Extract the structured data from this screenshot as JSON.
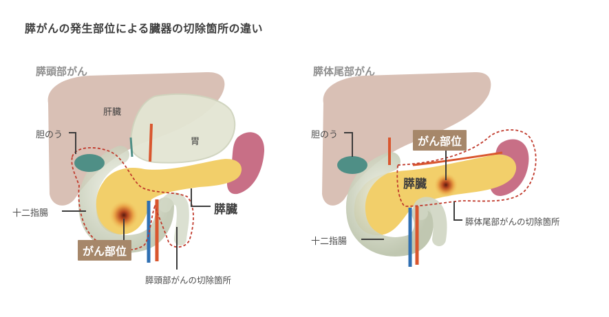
{
  "title": "膵がんの発生部位による臓器の切除箇所の違い",
  "left_panel": {
    "heading": "膵頭部がん",
    "liver": "肝臓",
    "stomach": "胃",
    "gallbladder": "胆のう",
    "duodenum": "十二指腸",
    "pancreas": "膵臓",
    "cancer_site": "がん部位",
    "resection": "膵頭部がんの切除箇所"
  },
  "right_panel": {
    "heading": "膵体尾部がん",
    "gallbladder": "胆のう",
    "cancer_site": "がん部位",
    "pancreas": "膵臓",
    "resection": "膵体尾部がんの切除箇所",
    "duodenum": "十二指腸"
  },
  "colors": {
    "liver": "#d9c0b5",
    "stomach": "#e3e5d3",
    "gallbladder": "#4f8f86",
    "pancreas": "#f2cf6a",
    "duodenum": "#d2d8c6",
    "spleen": "#c86f86",
    "artery": "#d9562e",
    "vein": "#2f6fb2",
    "cut_line": "#c0392b",
    "tag": "#a6876a"
  }
}
